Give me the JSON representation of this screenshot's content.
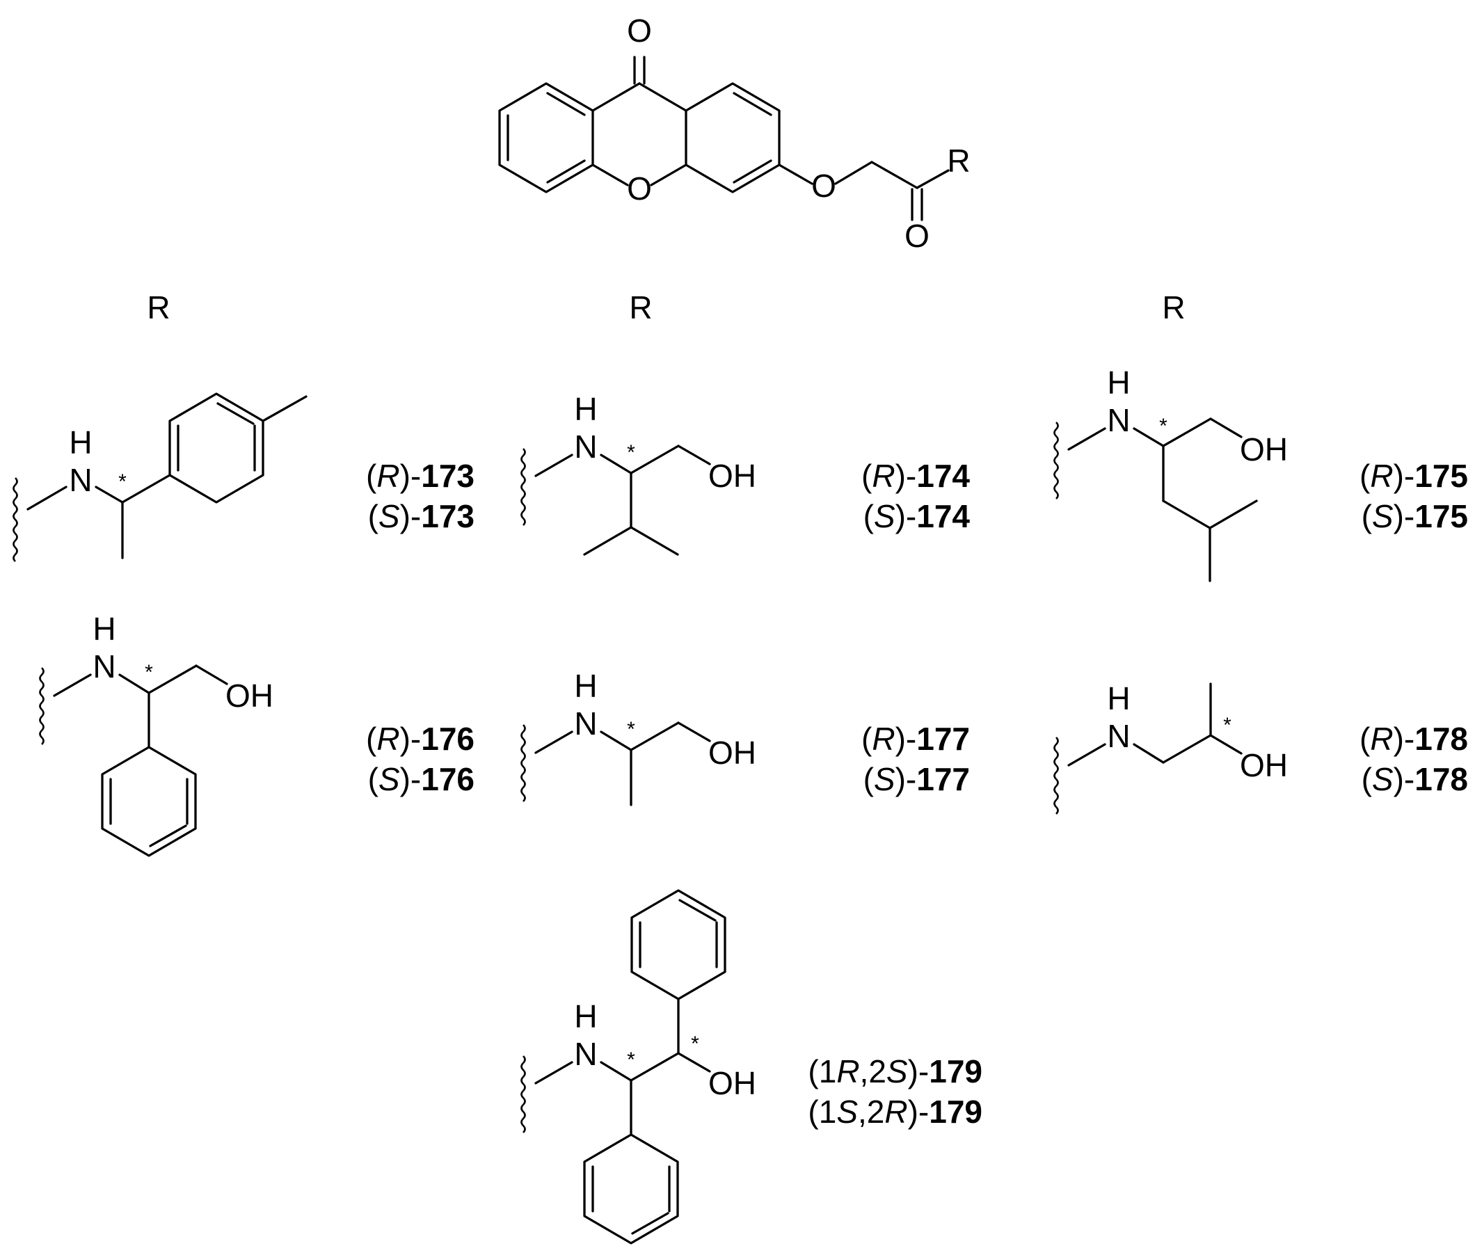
{
  "atoms": {
    "O": "O",
    "N": "N",
    "H": "H",
    "OH": "OH",
    "R": "R"
  },
  "stereocenter_mark": "*",
  "r_column_headers": [
    "R",
    "R",
    "R"
  ],
  "compounds": {
    "c173": {
      "line1": {
        "pre": "(",
        "desc": "R",
        "post": ")-",
        "num": "173"
      },
      "line2": {
        "pre": "(",
        "desc": "S",
        "post": ")-",
        "num": "173"
      }
    },
    "c174": {
      "line1": {
        "pre": "(",
        "desc": "R",
        "post": ")-",
        "num": "174"
      },
      "line2": {
        "pre": "(",
        "desc": "S",
        "post": ")-",
        "num": "174"
      }
    },
    "c175": {
      "line1": {
        "pre": "(",
        "desc": "R",
        "post": ")-",
        "num": "175"
      },
      "line2": {
        "pre": "(",
        "desc": "S",
        "post": ")-",
        "num": "175"
      }
    },
    "c176": {
      "line1": {
        "pre": "(",
        "desc": "R",
        "post": ")-",
        "num": "176"
      },
      "line2": {
        "pre": "(",
        "desc": "S",
        "post": ")-",
        "num": "176"
      }
    },
    "c177": {
      "line1": {
        "pre": "(",
        "desc": "R",
        "post": ")-",
        "num": "177"
      },
      "line2": {
        "pre": "(",
        "desc": "S",
        "post": ")-",
        "num": "177"
      }
    },
    "c178": {
      "line1": {
        "pre": "(",
        "desc": "R",
        "post": ")-",
        "num": "178"
      },
      "line2": {
        "pre": "(",
        "desc": "S",
        "post": ")-",
        "num": "178"
      }
    },
    "c179": {
      "line1": {
        "pre": "(1",
        "d1": "R",
        "mid": ",2",
        "d2": "S",
        "post": ")-",
        "num": "179"
      },
      "line2": {
        "pre": "(1",
        "d1": "S",
        "mid": ",2",
        "d2": "R",
        "post": ")-",
        "num": "179"
      }
    }
  }
}
